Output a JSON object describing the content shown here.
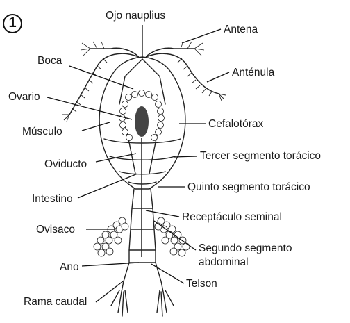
{
  "figure_number": "1",
  "labels": {
    "ojo_nauplius": "Ojo nauplius",
    "antena": "Antena",
    "boca": "Boca",
    "antenula": "Anténula",
    "ovario": "Ovario",
    "cefalotorax": "Cefalotórax",
    "musculo": "Músculo",
    "tercer_segmento": "Tercer segmento torácico",
    "oviducto": "Oviducto",
    "quinto_segmento": "Quinto segmento torácico",
    "intestino": "Intestino",
    "receptaculo": "Receptáculo seminal",
    "ovisaco": "Ovisaco",
    "segundo_segmento_1": "Segundo segmento",
    "segundo_segmento_2": "abdominal",
    "ano": "Ano",
    "telson": "Telson",
    "rama_caudal": "Rama caudal"
  }
}
